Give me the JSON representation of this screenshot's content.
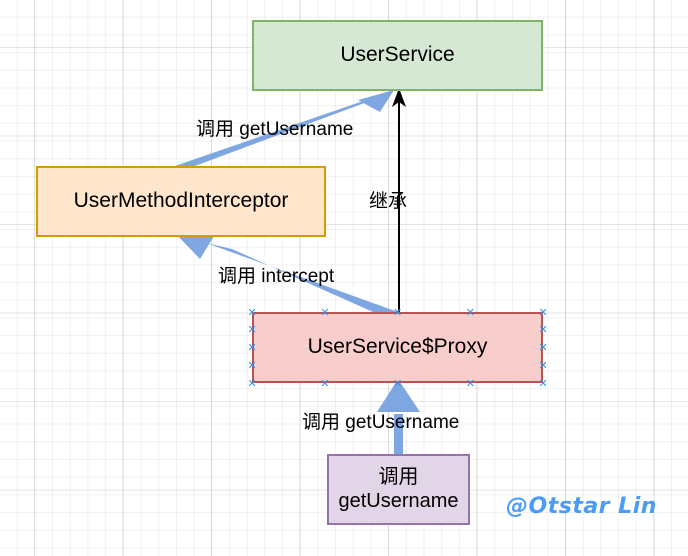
{
  "diagram": {
    "title_watermark": "@Otstar Lin",
    "watermark_color": "#4a9cf6",
    "nodes": [
      {
        "id": "userservice",
        "label": "UserService",
        "fill": "#d5e8d4",
        "stroke": "#82b366"
      },
      {
        "id": "interceptor",
        "label": "UserMethodInterceptor",
        "fill": "#ffe6cc",
        "stroke": "#d79b00"
      },
      {
        "id": "proxy",
        "label": "UserService$Proxy",
        "fill": "#f8cecc",
        "stroke": "#b85450",
        "selected": true
      },
      {
        "id": "call",
        "label": "调用\ngetUsername",
        "fill": "#e1d5e7",
        "stroke": "#9673a6"
      }
    ],
    "edges": [
      {
        "id": "interceptor-to-userservice",
        "label": "调用 getUsername",
        "from": "interceptor",
        "to": "userservice",
        "color": "#7ea6e0"
      },
      {
        "id": "proxy-to-interceptor",
        "label": "调用 intercept",
        "from": "proxy",
        "to": "interceptor",
        "color": "#7ea6e0"
      },
      {
        "id": "proxy-to-userservice",
        "label": "继承",
        "from": "proxy",
        "to": "userservice",
        "color": "#000000"
      },
      {
        "id": "call-to-proxy",
        "label": "调用 getUsername",
        "from": "call",
        "to": "proxy",
        "color": "#7ea6e0"
      }
    ],
    "selection_handle_glyph": "✕",
    "selection_handle_color": "#2e92e8"
  }
}
